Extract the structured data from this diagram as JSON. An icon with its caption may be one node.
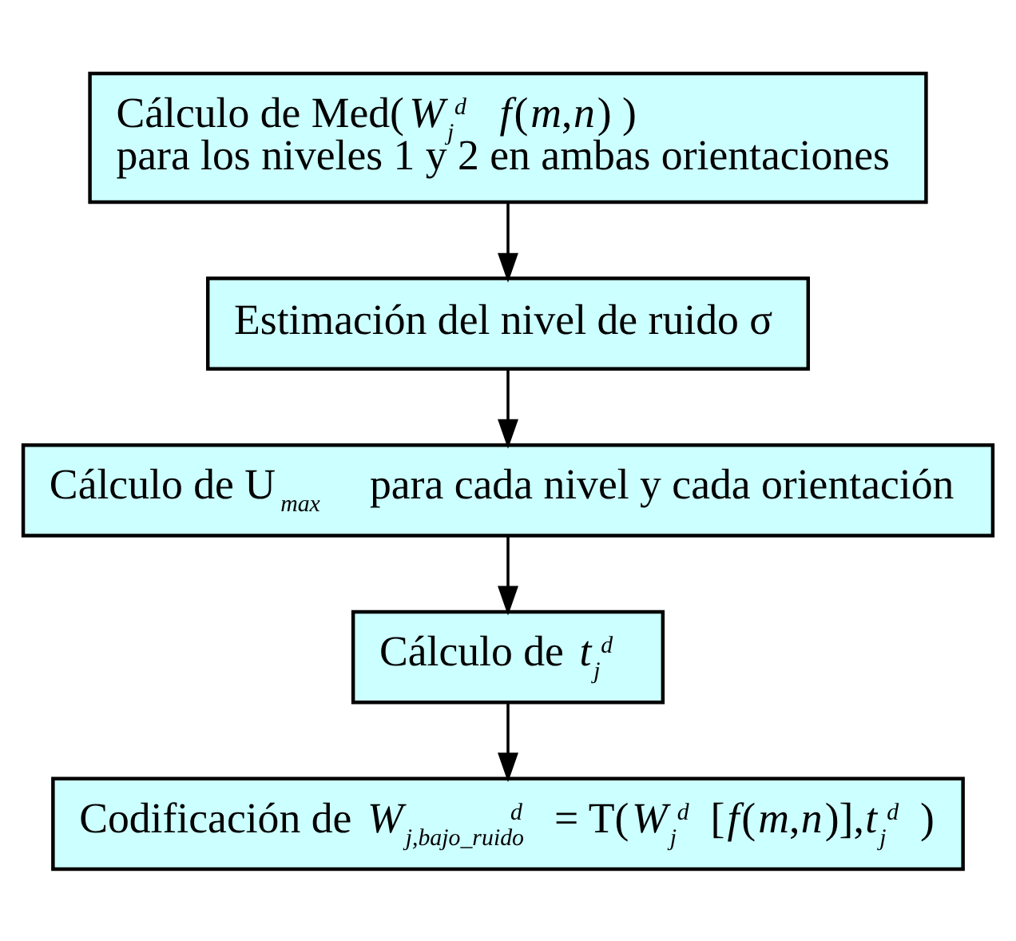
{
  "diagram": {
    "nodes": [
      {
        "text": [
          "Cálculo de Med(*W*$_{j}$$^{d}$ *f*(*m*,*n*) )",
          "para los niveles 1 y 2 en ambas orientaciones"
        ]
      },
      {
        "text": [
          "Estimación del nivel de ruido σ"
        ]
      },
      {
        "text": [
          "Cálculo de U$_{max}$ para cada nivel y cada orientación"
        ]
      },
      {
        "text": [
          "Cálculo de *t*$_{j}$$^{d}$"
        ]
      },
      {
        "text": [
          "Codificación de *W*$_{j,bajo_ruido}$$^{d}$ = T(*W*$_{j}$$^{d}$[*f*(*m*,*n*)],*t*$_{j}$$^{d}$)"
        ]
      }
    ],
    "edges": [
      {
        "from": 0,
        "to": 1,
        "arrow": "to"
      },
      {
        "from": 1,
        "to": 2,
        "arrow": "to"
      },
      {
        "from": 2,
        "to": 3,
        "arrow": "to"
      },
      {
        "from": 3,
        "to": 4,
        "arrow": "to"
      }
    ]
  }
}
